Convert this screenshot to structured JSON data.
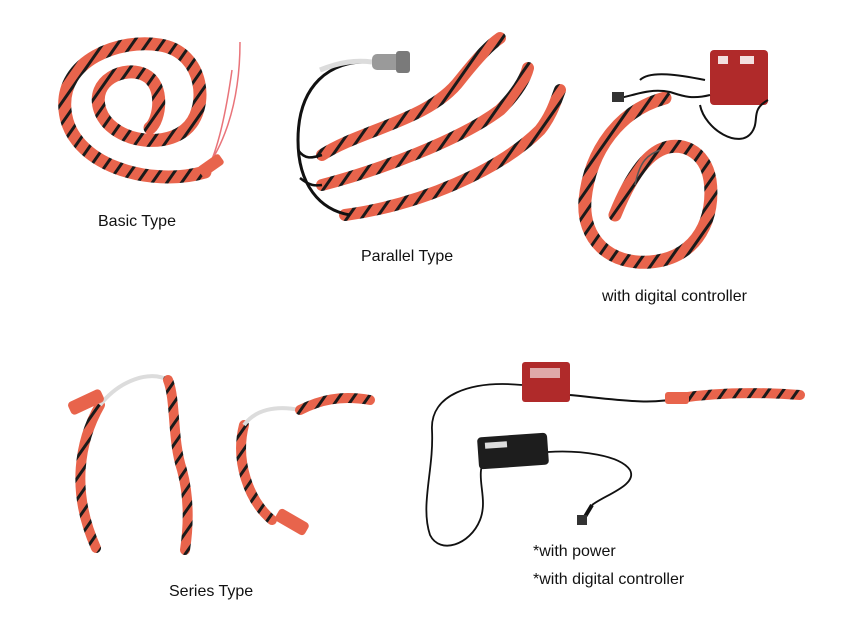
{
  "captions": {
    "basic": "Basic Type",
    "parallel": "Parallel Type",
    "digital": "with digital controller",
    "series": "Series Type",
    "power_line1": "*with power",
    "power_line2": "*with digital controller"
  },
  "colors": {
    "heater": "#e8644c",
    "heater_dark": "#1a1a1a",
    "lead_wire": "#e9747a",
    "cable": "#111111",
    "controller": "#b02a2a",
    "adapter": "#1d1d1d",
    "white_cable": "#dcdcdc"
  }
}
